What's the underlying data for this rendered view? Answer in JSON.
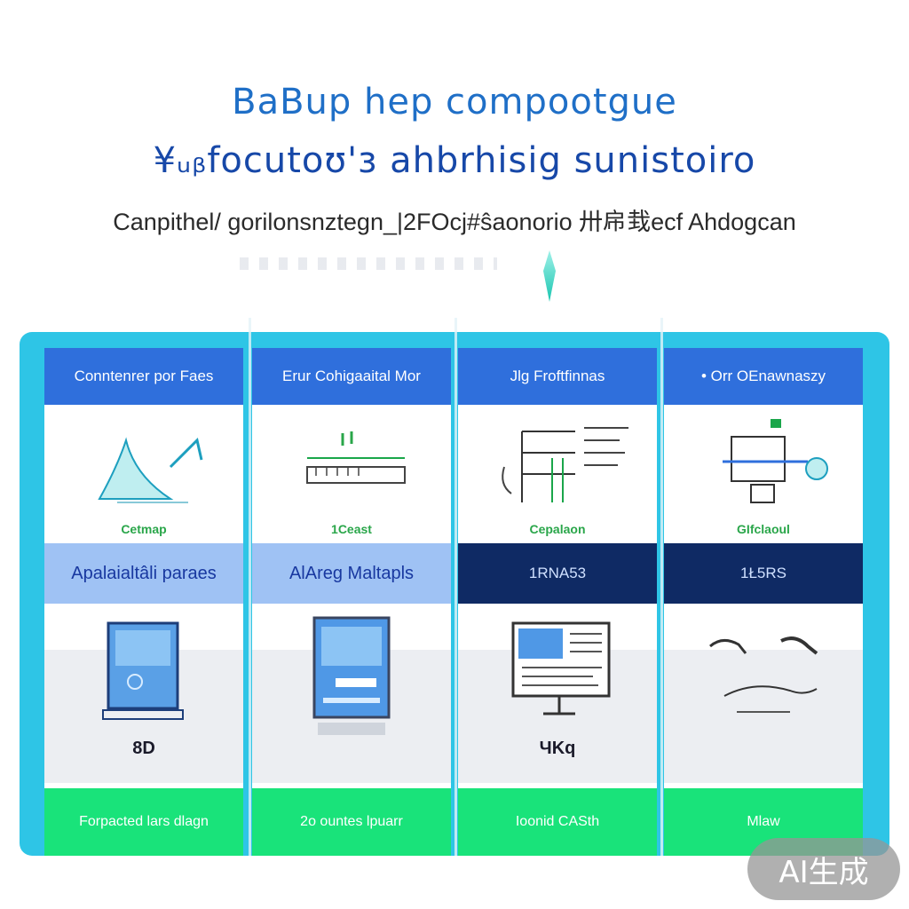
{
  "header": {
    "title_line_1": "BaBup hep compootgue",
    "title_line_2": "¥ᵤᵦfocutoʊ'ɜ  ahbrhisig sunistoiro",
    "subtitle": "Canpithel/ gorilonsnztegn_|2FOcj#ŝaonorio 卅帍㘽ecf Ahdogcan"
  },
  "columns": [
    {
      "top_label": "Conntenrer por Faes",
      "caption": "Cetmap",
      "mid_label": "Apalaialtâli paraes",
      "mid_style": "light",
      "bottom_caption": "8D",
      "bottom_label": "Forpacted lars dlagn"
    },
    {
      "top_label": "Erur Cohigaaital Mor",
      "caption": "1Ceast",
      "mid_label": "AlAreg Maltapls",
      "mid_style": "light",
      "bottom_caption": "",
      "bottom_label": "2o ountes lpuarr"
    },
    {
      "top_label": "Jlg Froftfinnas",
      "caption": "Cepalaon",
      "mid_label": "1RNA53",
      "mid_style": "dark",
      "bottom_caption": "ЧKq",
      "bottom_label": "Ioonid CASth"
    },
    {
      "top_label": "• Orr OEnawnaszy",
      "caption": "GIfclaoul",
      "mid_label": "1Ł5RS",
      "mid_style": "dark",
      "bottom_caption": "",
      "bottom_label": "Mlaw"
    }
  ],
  "badge": {
    "text": "AI生成"
  },
  "colors": {
    "board": "#2ec5e6",
    "top_band": "#2f6fdc",
    "light_band": "#9fc2f4",
    "dark_band": "#0f2a64",
    "bottom_band": "#19e37a",
    "caption": "#2aa64a"
  }
}
